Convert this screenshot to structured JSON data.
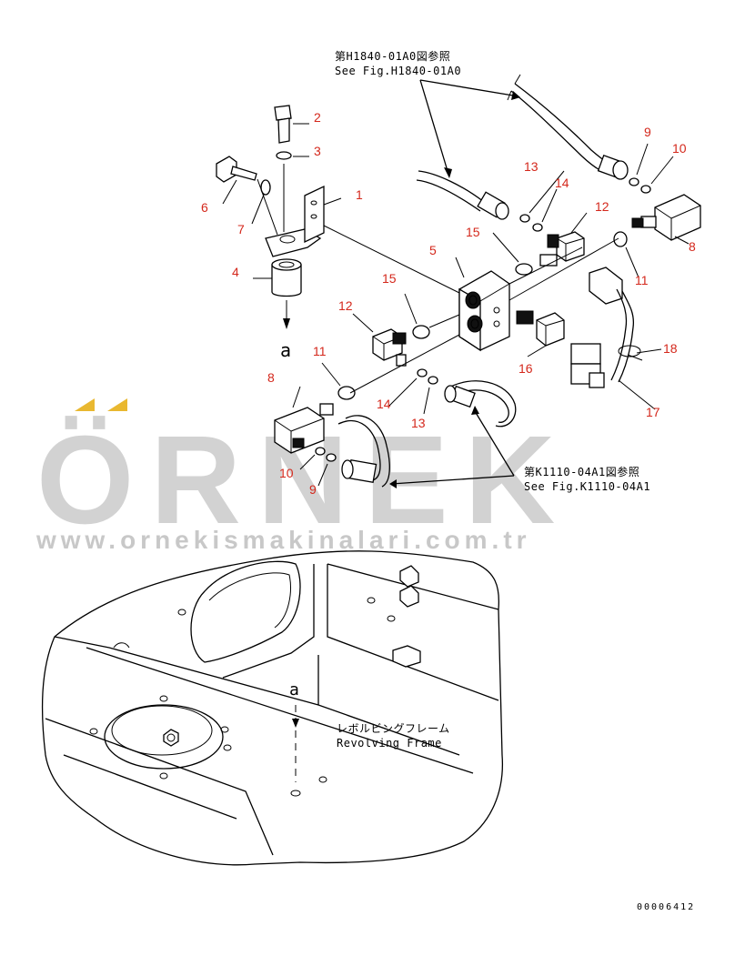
{
  "references": {
    "top_jp": "第H1840-01A0図参照",
    "top_en": "See Fig.H1840-01A0",
    "mid_jp": "第K1110-04A1図参照",
    "mid_en": "See Fig.K1110-04A1"
  },
  "frame": {
    "label_jp": "レボルビングフレーム",
    "label_en": "Revolving Frame"
  },
  "view_marker": "a",
  "watermark": {
    "brand": "ÖRNEK",
    "url": "www.ornekismakinalari.com.tr",
    "accent_color": "#e9b830"
  },
  "drawing_code": "00006412",
  "callouts": {
    "c1": "1",
    "c2": "2",
    "c3": "3",
    "c4": "4",
    "c5": "5",
    "c6": "6",
    "c7": "7",
    "c8a": "8",
    "c8b": "8",
    "c9a": "9",
    "c9b": "9",
    "c10a": "10",
    "c10b": "10",
    "c11a": "11",
    "c11b": "11",
    "c12a": "12",
    "c12b": "12",
    "c13a": "13",
    "c13b": "13",
    "c14a": "14",
    "c14b": "14",
    "c15a": "15",
    "c15b": "15",
    "c16": "16",
    "c17": "17",
    "c18": "18"
  },
  "colors": {
    "callout": "#d4281c",
    "linework": "#000000"
  }
}
